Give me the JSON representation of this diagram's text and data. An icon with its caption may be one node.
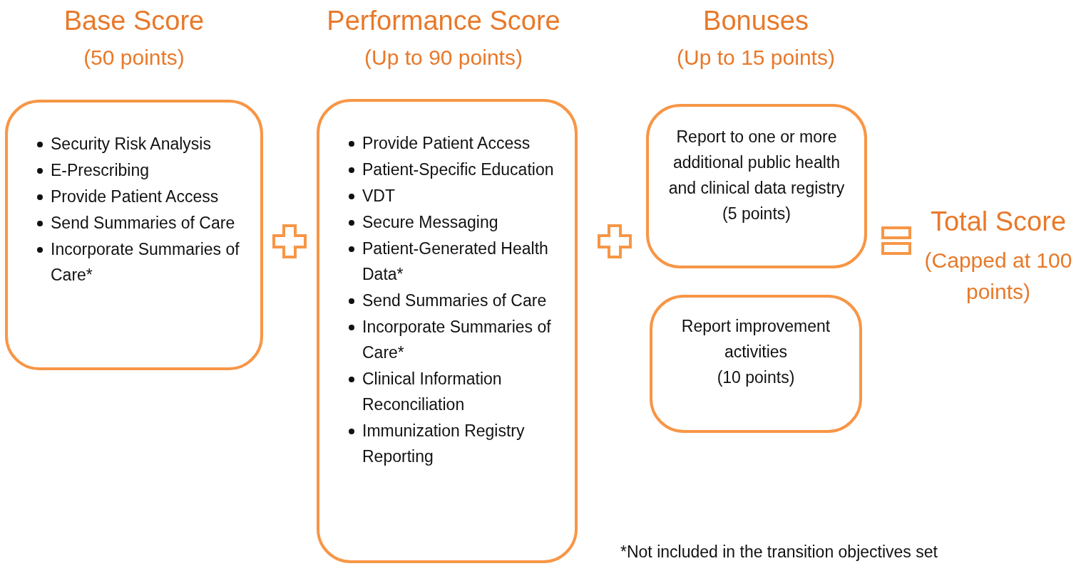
{
  "diagram": {
    "nodes": [
      {
        "text": [
          "Base Score",
          "(50 points)",
          "Security Risk Analysis",
          "E-Prescribing",
          "Provide Patient Access",
          "Send Summaries of Care",
          "Incorporate Summaries of Care*"
        ]
      },
      {
        "text": [
          "Performance Score",
          "(Up to 90 points)",
          "Provide Patient Access",
          "Patient-Specific Education",
          "VDT",
          "Secure Messaging",
          "Patient-Generated Health Data*",
          "Send Summaries of Care",
          "Incorporate Summaries of Care*",
          "Clinical Information Reconciliation",
          "Immunization Registry Reporting"
        ]
      },
      {
        "text": [
          "Report to one or more additional public health and clinical data registry",
          "(5 points)"
        ]
      },
      {
        "text": [
          "Report improvement activities",
          "(10 points)"
        ]
      }
    ],
    "edges": [],
    "labels": [
      "Bonuses",
      "(Up to 15 points)",
      "Total Score",
      "(Capped at 100 points)",
      "*Not included in the transition objectives set"
    ]
  }
}
